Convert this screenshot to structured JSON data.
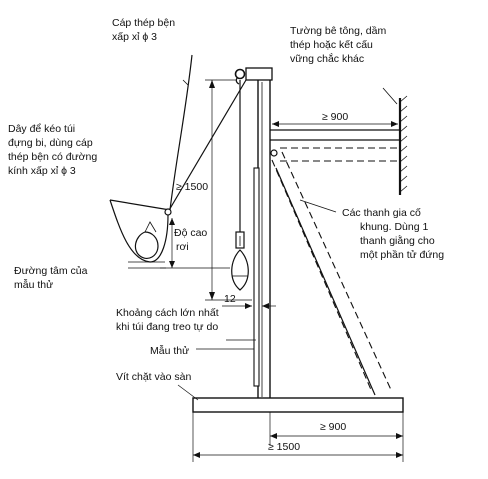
{
  "labels": {
    "wire_line1": "Cáp thép bện",
    "wire_line2": "xấp xỉ ϕ 3",
    "wall_line1": "Tường bê tông, dầm",
    "wall_line2": "thép hoặc kết cấu",
    "wall_line3": "vững chắc khác",
    "pull_line1": "Dây để kéo túi",
    "pull_line2": "đựng bi, dùng cáp",
    "pull_line3": "thép bện có đường",
    "pull_line4": "kính xấp xỉ ϕ 3",
    "dim_1500_vertical": "≥ 1500",
    "drop_line1": "Độ cao",
    "drop_line2": "rơi",
    "brace_line1": "Các thanh gia cố",
    "brace_line2": "khung. Dùng 1",
    "brace_line3": "thanh giằng cho",
    "brace_line4": "một phần tử đứng",
    "centre_line1": "Đường tâm của",
    "centre_line2": "mẫu thử",
    "dim_12": "12",
    "gap_line1": "Khoảng cách lớn nhất",
    "gap_line2": "khi túi đang treo tự do",
    "specimen": "Mẫu thử",
    "screw": "Vít chặt vào sàn",
    "dim_900_top": "≥ 900",
    "dim_900_bottom": "≥ 900",
    "dim_1500_bottom": "≥ 1500"
  }
}
